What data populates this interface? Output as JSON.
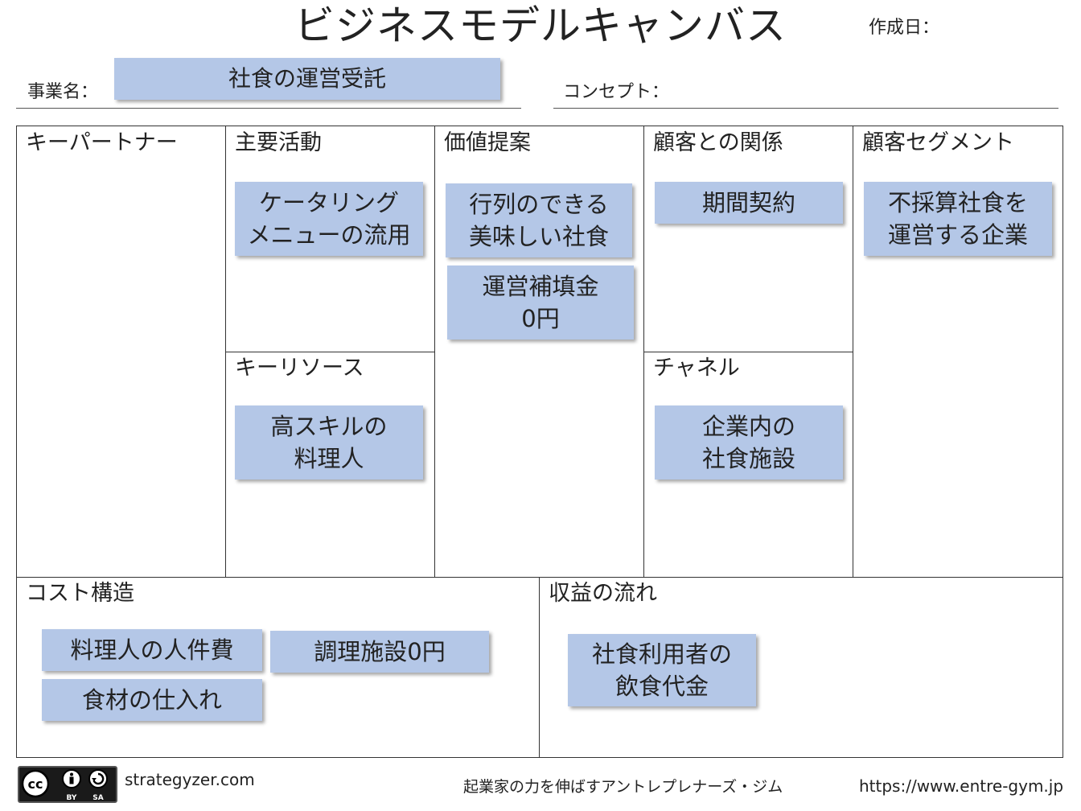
{
  "header": {
    "title": "ビジネスモデルキャンバス",
    "date_label": "作成日：",
    "business_name_label": "事業名：",
    "business_name_value": "社食の運営受託",
    "concept_label": "コンセプト："
  },
  "blocks": {
    "key_partners": {
      "title": "キーパートナー",
      "notes": []
    },
    "key_activities": {
      "title": "主要活動",
      "notes": [
        "ケータリング\nメニューの流用"
      ]
    },
    "key_resources": {
      "title": "キーリソース",
      "notes": [
        "高スキルの\n料理人"
      ]
    },
    "value_propositions": {
      "title": "価値提案",
      "notes": [
        "行列のできる\n美味しい社食",
        "運営補填金\n0円"
      ]
    },
    "customer_relationships": {
      "title": "顧客との関係",
      "notes": [
        "期間契約"
      ]
    },
    "channels": {
      "title": "チャネル",
      "notes": [
        "企業内の\n社食施設"
      ]
    },
    "customer_segments": {
      "title": "顧客セグメント",
      "notes": [
        "不採算社食を\n運営する企業"
      ]
    },
    "cost_structure": {
      "title": "コスト構造",
      "notes": [
        "料理人の人件費",
        "調理施設0円",
        "食材の仕入れ"
      ]
    },
    "revenue_streams": {
      "title": "収益の流れ",
      "notes": [
        "社食利用者の\n飲食代金"
      ]
    }
  },
  "footer": {
    "license_badge": "cc-by-sa-icon",
    "license_top": "cc",
    "license_by": "BY",
    "license_sa": "SA",
    "source": "strategyzer.com",
    "tagline": "起業家の力を伸ばすアントレプレナーズ・ジム",
    "url": "https://www.entre-gym.jp"
  },
  "colors": {
    "sticky": "#b4c7e7",
    "lines": "#333333"
  }
}
